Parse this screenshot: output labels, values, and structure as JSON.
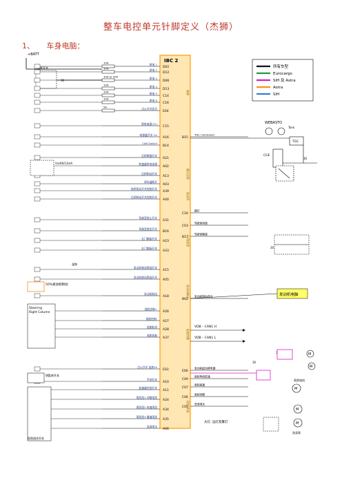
{
  "page": {
    "title": "整车电控单元针脚定义（杰狮）",
    "section_number": "1、",
    "section_title": "车身电脑："
  },
  "ecu": {
    "name": "IBC 2",
    "color": "#ff9900",
    "fill": "#ffe6b3"
  },
  "legend": {
    "items": [
      {
        "label": "所有车型",
        "color": "#111111"
      },
      {
        "label": "Eurocargo",
        "color": "#1f9a3a"
      },
      {
        "label": "SIH 及 Astra",
        "color": "#d21fc8"
      },
      {
        "label": "Astra",
        "color": "#ff8c1a"
      },
      {
        "label": "SIH",
        "color": "#3a7bd5"
      }
    ]
  },
  "left_pins": [
    {
      "pin": "D02",
      "label": "原电 1"
    },
    {
      "pin": "D12",
      "label": "原电 2"
    },
    {
      "pin": "D06",
      "label": "原电 3"
    },
    {
      "pin": "D13",
      "label": "原电 4"
    },
    {
      "pin": "C14",
      "label": "原电 5"
    },
    {
      "pin": "C16",
      "label": "原电 6"
    },
    {
      "pin": "E04",
      "label": "点火开关信号"
    },
    {
      "pin": "C15",
      "label": "原电电源(31)"
    },
    {
      "pin": "A16",
      "label": "电源盒开关 On"
    },
    {
      "pin": "B14",
      "label": "CAN Switch"
    },
    {
      "pin": "A21",
      "label": "后桥断路开关"
    },
    {
      "pin": "A02",
      "label": "转速器供电电源"
    },
    {
      "pin": "A13",
      "label": "后桥制动开关"
    },
    {
      "pin": "A03",
      "label": "停车器断开"
    },
    {
      "pin": "A39",
      "label": "前桥驱动开关控制开关"
    },
    {
      "pin": "A40",
      "label": "后桥制动开关控制开关"
    },
    {
      "pin": "A31",
      "label": "驾驶室锁止开关"
    },
    {
      "pin": "B16",
      "label": "驾驶室锁定开关"
    },
    {
      "pin": "A23",
      "label": "左门踏板开关"
    },
    {
      "pin": "A33",
      "label": "右门踏板开关"
    },
    {
      "pin": "A15",
      "label": "发动机制动预选开关"
    },
    {
      "pin": "A05",
      "label": "发动机制动预选开关"
    },
    {
      "pin": "A18",
      "label": "发动机制动"
    },
    {
      "pin": "A26",
      "label": "巡航控制+"
    },
    {
      "pin": "A27",
      "label": "巡航控制-"
    },
    {
      "pin": "A28",
      "label": "巡航取消"
    },
    {
      "pin": "A37",
      "label": "巡航恢复"
    },
    {
      "pin": "E03",
      "label": "点火开关 加热50"
    },
    {
      "pin": "A10",
      "label": "手刹开关"
    },
    {
      "pin": "A11",
      "label": "变速器空档开关"
    },
    {
      "pin": "A24",
      "label": "雨刮挡1-间歇雨刮"
    },
    {
      "pin": "A34",
      "label": "雨刮挡2-快速雨刮"
    },
    {
      "pin": "A35",
      "label": "雨刮挡3-慢速雨刮"
    },
    {
      "pin": "A06",
      "label": "洗涤喷水"
    }
  ],
  "right_pins": [
    {
      "pin": "B15",
      "label": "TGC Command"
    },
    {
      "pin": "C16",
      "label": "跳灯"
    },
    {
      "pin": "C03",
      "label": "驾驶室闭锁"
    },
    {
      "pin": "B17",
      "label": "驾驶室解锁"
    },
    {
      "pin": "B02",
      "label": "发动机制动命令"
    },
    {
      "pin": "E06",
      "label": "发动机起动继电器"
    },
    {
      "pin": "C09",
      "label": "雨刮电机低速"
    },
    {
      "pin": "C07",
      "label": "雨刮高速"
    },
    {
      "pin": "C06",
      "label": "雨刮间歇"
    },
    {
      "pin": "C05",
      "label": "洗涤喷水"
    }
  ],
  "side_groups": [
    "电源",
    "跛行回家",
    "驱动桥",
    "门/驾驶室",
    "发动机制动",
    "巡航控制",
    "雨刮/洗涤"
  ],
  "components": {
    "battery": "+BATT",
    "power_switch": "电瓶开关",
    "num_30": "30",
    "fuses": [
      "10A",
      "10A",
      "10A or 20A",
      "10A",
      "10A",
      "10A",
      "5A"
    ],
    "webasto": "WEBASTO",
    "tgc": "TGC",
    "tank": "Tank",
    "cge": "CGE",
    "resistor": "Vref/6/13mA",
    "steering": "Steering Right Column",
    "warm_mode": "温和",
    "engine_brake_50": "50%发动机制动",
    "engine_ecu": "发动机电脑",
    "vdb_h": "VDB – CAN1 H",
    "vdb_l": "VDB – CAN1 L",
    "key_ign": "钥匙转开关",
    "left_bottom": "雨刮组合开关",
    "washer_pump": "洗涤泵",
    "wiper_motor": "雨刮电机",
    "headlight": "大灯, 远灯及雾灯",
    "plus": "+"
  }
}
